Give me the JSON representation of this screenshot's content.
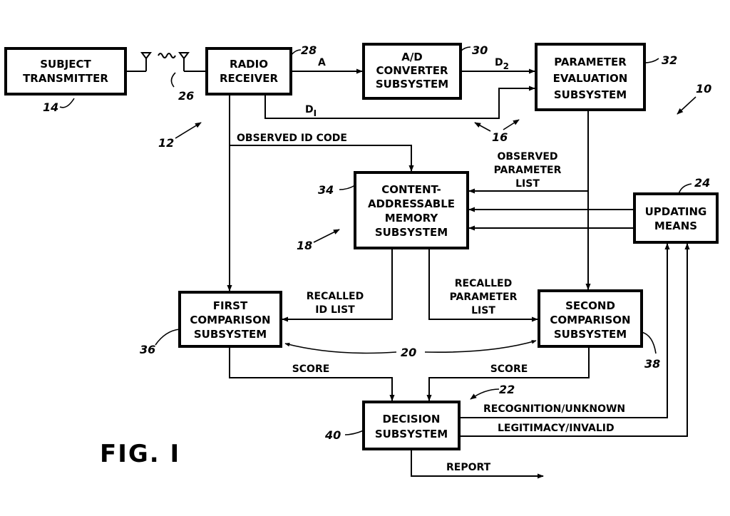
{
  "figure": {
    "caption": "FIG. I"
  },
  "blocks": {
    "subject_transmitter": {
      "lines": [
        "SUBJECT",
        "TRANSMITTER"
      ],
      "ref": "14"
    },
    "radio_receiver": {
      "lines": [
        "RADIO",
        "RECEIVER"
      ],
      "ref": "28"
    },
    "ad_converter": {
      "lines": [
        "A/D",
        "CONVERTER",
        "SUBSYSTEM"
      ],
      "ref": "30"
    },
    "parameter_evaluation": {
      "lines": [
        "PARAMETER",
        "EVALUATION",
        "SUBSYSTEM"
      ],
      "ref": "32"
    },
    "cam": {
      "lines": [
        "CONTENT-",
        "ADDRESSABLE",
        "MEMORY",
        "SUBSYSTEM"
      ],
      "ref": "34"
    },
    "updating_means": {
      "lines": [
        "UPDATING",
        "MEANS"
      ],
      "ref": "24"
    },
    "first_comparison": {
      "lines": [
        "FIRST",
        "COMPARISON",
        "SUBSYSTEM"
      ],
      "ref": "36"
    },
    "second_comparison": {
      "lines": [
        "SECOND",
        "COMPARISON",
        "SUBSYSTEM"
      ],
      "ref": "38"
    },
    "decision": {
      "lines": [
        "DECISION",
        "SUBSYSTEM"
      ],
      "ref": "40"
    }
  },
  "signals": {
    "a": "A",
    "d2": "D",
    "d2_sub": "2",
    "d1": "D",
    "d1_sub": "I",
    "observed_id_code": "OBSERVED ID CODE",
    "observed_parameter_list": [
      "OBSERVED",
      "PARAMETER",
      "LIST"
    ],
    "recalled_id_list": [
      "RECALLED",
      "ID LIST"
    ],
    "recalled_parameter_list": [
      "RECALLED",
      "PARAMETER",
      "LIST"
    ],
    "score_left": "SCORE",
    "score_right": "SCORE",
    "recognition_unknown": "RECOGNITION/UNKNOWN",
    "legitimacy_invalid": "LEGITIMACY/INVALID",
    "report": "REPORT"
  },
  "refs": {
    "system": "10",
    "transmission_link": "12",
    "antenna": "26",
    "front_end": "16",
    "memory_section": "18",
    "comparison_section": "20",
    "decision_section": "22"
  }
}
